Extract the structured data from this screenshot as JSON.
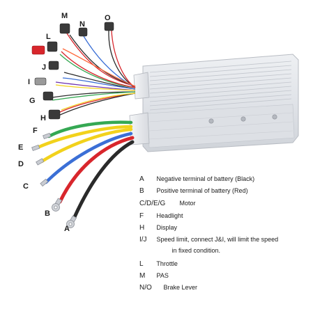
{
  "wire_labels": {
    "A": "A",
    "B": "B",
    "C": "C",
    "D": "D",
    "E": "E",
    "F": "F",
    "G": "G",
    "H": "H",
    "I": "I",
    "J": "J",
    "L": "L",
    "M": "M",
    "N": "N",
    "O": "O"
  },
  "legend": [
    {
      "key": "A",
      "desc": "Negative terminal of battery (Black)"
    },
    {
      "key": "B",
      "desc": "Positive terminal of battery (Red)"
    },
    {
      "key": "C/D/E/G",
      "desc": "Motor"
    },
    {
      "key": "F",
      "desc": "Headlight"
    },
    {
      "key": "H",
      "desc": "Display"
    },
    {
      "key": "I/J",
      "desc": "Speed limit, connect J&I, will limit the speed"
    },
    {
      "key": "",
      "desc": "in fixed condition."
    },
    {
      "key": "L",
      "desc": "Throttle"
    },
    {
      "key": "M",
      "desc": "PAS"
    },
    {
      "key": "N/O",
      "desc": "Brake Lever"
    }
  ],
  "colors": {
    "housing": "#e4e6ea",
    "housing_dark": "#c9ccd2",
    "wire_black": "#2a2a2a",
    "wire_red": "#d8262c",
    "wire_blue": "#3b6fd6",
    "wire_yellow": "#f2d21c",
    "wire_green": "#35a853"
  }
}
